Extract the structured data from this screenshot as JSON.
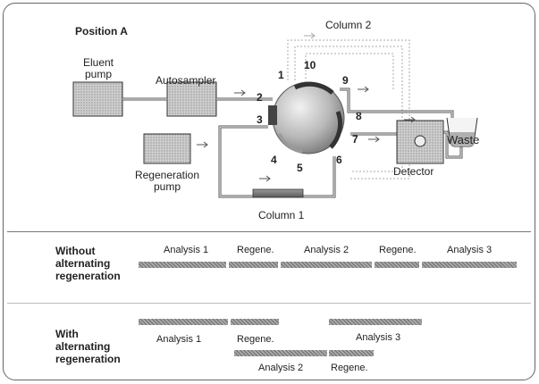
{
  "diagram": {
    "title": "Position A",
    "components": {
      "eluent_pump": "Eluent\npump",
      "autosampler": "Autosampler",
      "regeneration_pump": "Regeneration\npump",
      "detector": "Detector",
      "waste": "Waste",
      "column1": "Column 1",
      "column2": "Column 2"
    },
    "ports": [
      "1",
      "2",
      "3",
      "4",
      "5",
      "6",
      "7",
      "8",
      "9",
      "10"
    ]
  },
  "timeline_without": {
    "row_label": "Without\nalternating\nregeneration",
    "items": [
      "Analysis 1",
      "Regene.",
      "Analysis 2",
      "Regene.",
      "Analysis 3"
    ]
  },
  "timeline_with": {
    "row_label": "With\nalternating\nregeneration",
    "items": [
      "Analysis 1",
      "Regene.",
      "Analysis 3",
      "Analysis 2",
      "Regene."
    ]
  }
}
